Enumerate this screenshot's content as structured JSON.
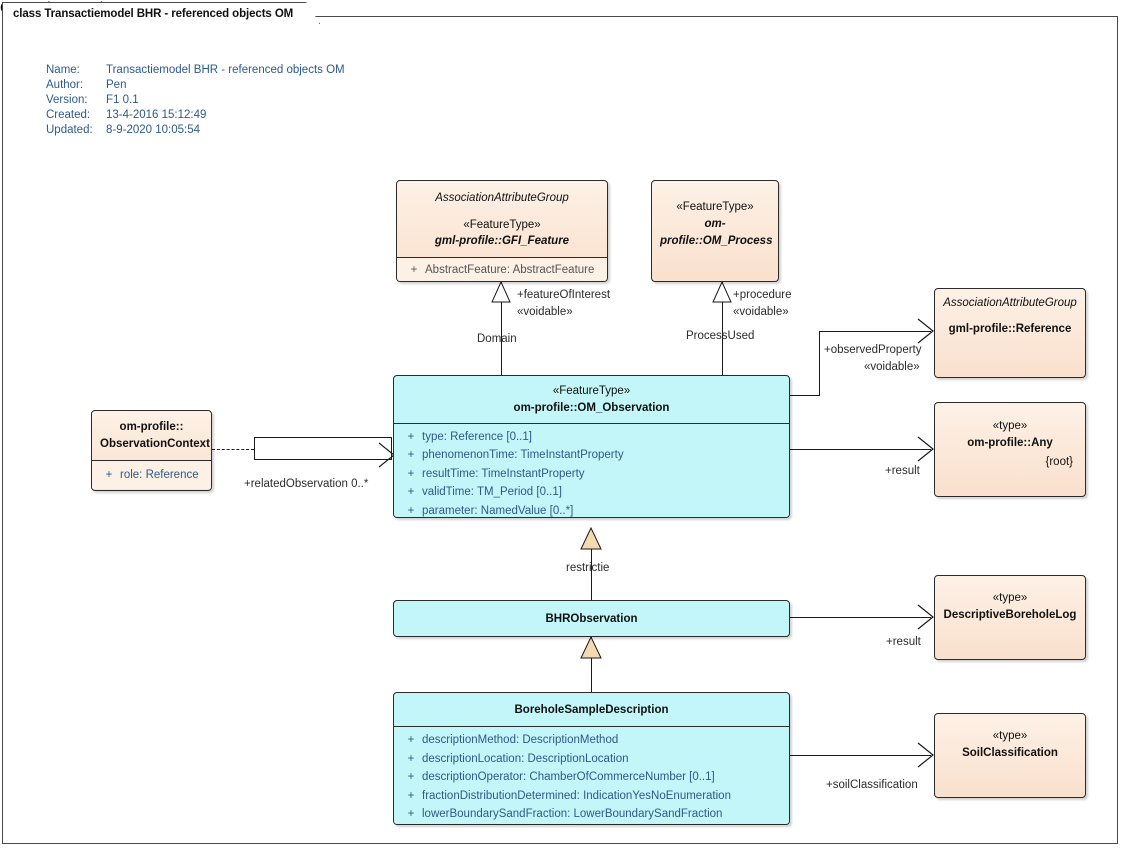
{
  "diagram": {
    "tab_title": "class Transactiemodel BHR - referenced objects OM",
    "meta": {
      "name_label": "Name:",
      "name_value": "Transactiemodel BHR - referenced objects OM",
      "author_label": "Author:",
      "author_value": "Pen",
      "version_label": "Version:",
      "version_value": "F1 0.1",
      "created_label": "Created:",
      "created_value": "13-4-2016 15:12:49",
      "updated_label": "Updated:",
      "updated_value": "8-9-2020 10:05:54"
    },
    "colors": {
      "peach_fill": "#fae0cd",
      "peach_fill_light": "#fdf1e6",
      "cyan_fill": "#c2f6f8",
      "border": "#2b2b2b",
      "attribute_text": "#2d5a8a",
      "meta_text": "#2d5a8a",
      "connector": "#1a1a1a",
      "generalization_arrow_fill": "#f5d9b0"
    }
  },
  "classes": {
    "gfi_feature": {
      "association_attribute_group": "AssociationAttributeGroup",
      "stereotype": "«FeatureType»",
      "name": "gml-profile::GFI_Feature",
      "attributes": [
        {
          "visibility": "+",
          "text": "AbstractFeature: AbstractFeature"
        }
      ]
    },
    "om_process": {
      "stereotype": "«FeatureType»",
      "name": "om-profile::OM_Process"
    },
    "reference": {
      "association_attribute_group": "AssociationAttributeGroup",
      "name": "gml-profile::Reference"
    },
    "any": {
      "stereotype": "«type»",
      "name": "om-profile::Any",
      "root": "{root}"
    },
    "observation_context": {
      "name_line1": "om-profile::",
      "name_line2": "ObservationContext",
      "attributes": [
        {
          "visibility": "+",
          "text": "role: Reference"
        }
      ]
    },
    "om_observation": {
      "stereotype": "«FeatureType»",
      "name": "om-profile::OM_Observation",
      "attributes": [
        {
          "visibility": "+",
          "text": "type: Reference [0..1]"
        },
        {
          "visibility": "+",
          "text": "phenomenonTime: TimeInstantProperty"
        },
        {
          "visibility": "+",
          "text": "resultTime: TimeInstantProperty"
        },
        {
          "visibility": "+",
          "text": "validTime: TM_Period [0..1]"
        },
        {
          "visibility": "+",
          "text": "parameter: NamedValue [0..*]"
        }
      ]
    },
    "bhr_observation": {
      "name": "BHRObservation"
    },
    "descriptive_borehole_log": {
      "stereotype": "«type»",
      "name": "DescriptiveBoreholeLog"
    },
    "soil_classification": {
      "stereotype": "«type»",
      "name": "SoilClassification"
    },
    "borehole_sample_description": {
      "name": "BoreholeSampleDescription",
      "attributes": [
        {
          "visibility": "+",
          "text": "descriptionMethod: DescriptionMethod"
        },
        {
          "visibility": "+",
          "text": "descriptionLocation: DescriptionLocation"
        },
        {
          "visibility": "+",
          "text": "descriptionOperator: ChamberOfCommerceNumber [0..1]"
        },
        {
          "visibility": "+",
          "text": "fractionDistributionDetermined: IndicationYesNoEnumeration"
        },
        {
          "visibility": "+",
          "text": "lowerBoundarySandFraction: LowerBoundarySandFraction"
        }
      ]
    }
  },
  "connectors": {
    "feature_of_interest_role": "+featureOfInterest",
    "feature_of_interest_voidable": "«voidable»",
    "domain": "Domain",
    "procedure_role": "+procedure",
    "procedure_voidable": "«voidable»",
    "process_used": "ProcessUsed",
    "observed_property_role": "+observedProperty",
    "observed_property_voidable": "«voidable»",
    "result_any": "+result",
    "related_observation": "+relatedObservation 0..*",
    "restrictie": "restrictie",
    "result_log": "+result",
    "soil_classification": "+soilClassification"
  }
}
